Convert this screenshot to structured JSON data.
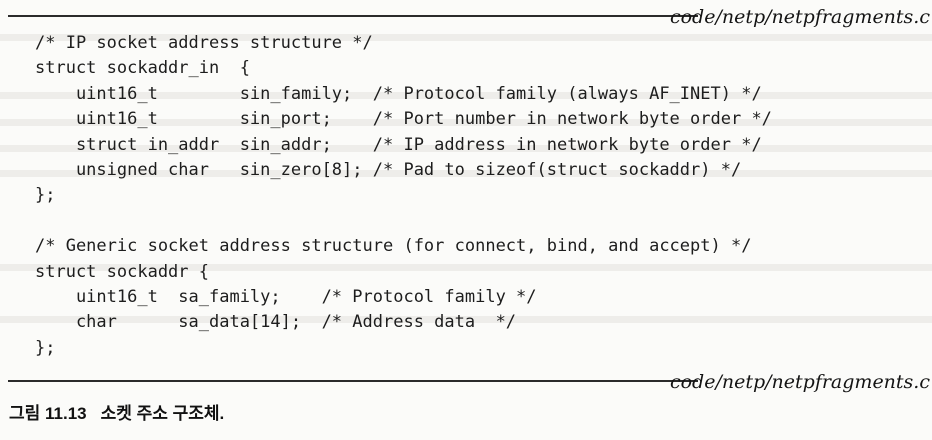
{
  "listing": {
    "file_label_top": "code/netp/netpfragments.c",
    "file_label_bottom": "code/netp/netpfragments.c",
    "code_lines": [
      "/* IP socket address structure */",
      "struct sockaddr_in  {",
      "    uint16_t        sin_family;  /* Protocol family (always AF_INET) */",
      "    uint16_t        sin_port;    /* Port number in network byte order */",
      "    struct in_addr  sin_addr;    /* IP address in network byte order */",
      "    unsigned char   sin_zero[8]; /* Pad to sizeof(struct sockaddr) */",
      "};",
      "",
      "/* Generic socket address structure (for connect, bind, and accept) */",
      "struct sockaddr {",
      "    uint16_t  sa_family;    /* Protocol family */",
      "    char      sa_data[14];  /* Address data  */",
      "};"
    ]
  },
  "caption": {
    "figure_number": "그림 11.13",
    "text": "소켓 주소 구조체."
  },
  "colors": {
    "page_background": "#fbfbf9",
    "code_text": "#1d1d1d",
    "rule": "#2b2b2b",
    "label_text": "#141414",
    "caption_text": "#111111"
  }
}
